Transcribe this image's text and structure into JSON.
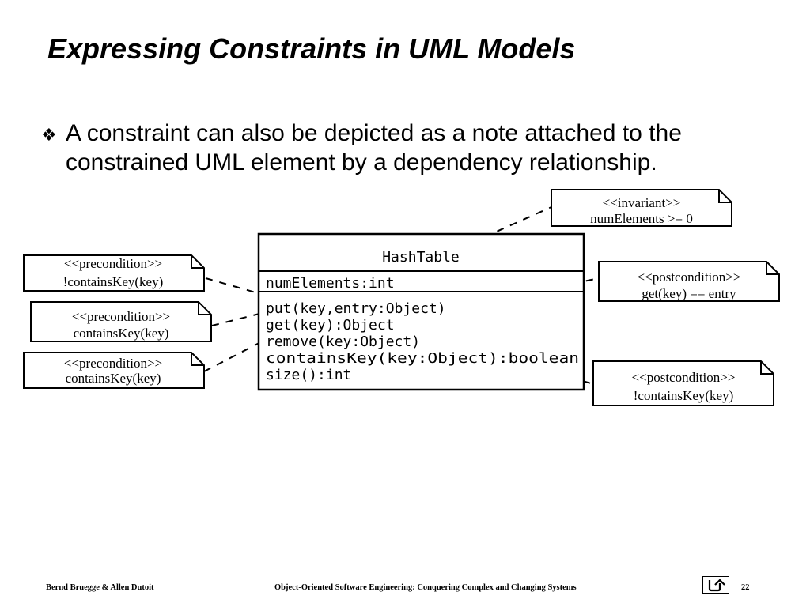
{
  "slide": {
    "title": "Expressing Constraints in UML Models",
    "bullet_marker": "❖",
    "bullet_text": "A constraint can also be depicted as a note attached to the constrained UML element by a dependency relationship."
  },
  "diagram": {
    "class": {
      "name": "HashTable",
      "attributes": [
        "numElements:int"
      ],
      "operations": [
        "put(key,entry:Object)",
        "get(key):Object",
        "remove(key:Object)",
        "containsKey(key:Object):boolean",
        "size():int"
      ]
    },
    "notes": {
      "invariant": {
        "stereotype": "<<invariant>>",
        "body": "numElements >= 0"
      },
      "pre_remove": {
        "stereotype": "<<precondition>>",
        "body": "!containsKey(key)"
      },
      "pre_get": {
        "stereotype": "<<precondition>>",
        "body": "containsKey(key)"
      },
      "pre_contains": {
        "stereotype": "<<precondition>>",
        "body": "containsKey(key)"
      },
      "post_get": {
        "stereotype": "<<postcondition>>",
        "body": "get(key) == entry"
      },
      "post_remove": {
        "stereotype": "<<postcondition>>",
        "body": "!containsKey(key)"
      }
    }
  },
  "footer": {
    "authors": "Bernd Bruegge & Allen Dutoit",
    "book_title": "Object-Oriented Software Engineering: Conquering Complex and Changing Systems",
    "page_number": "22",
    "nav_icon": "return-arrow-icon"
  }
}
